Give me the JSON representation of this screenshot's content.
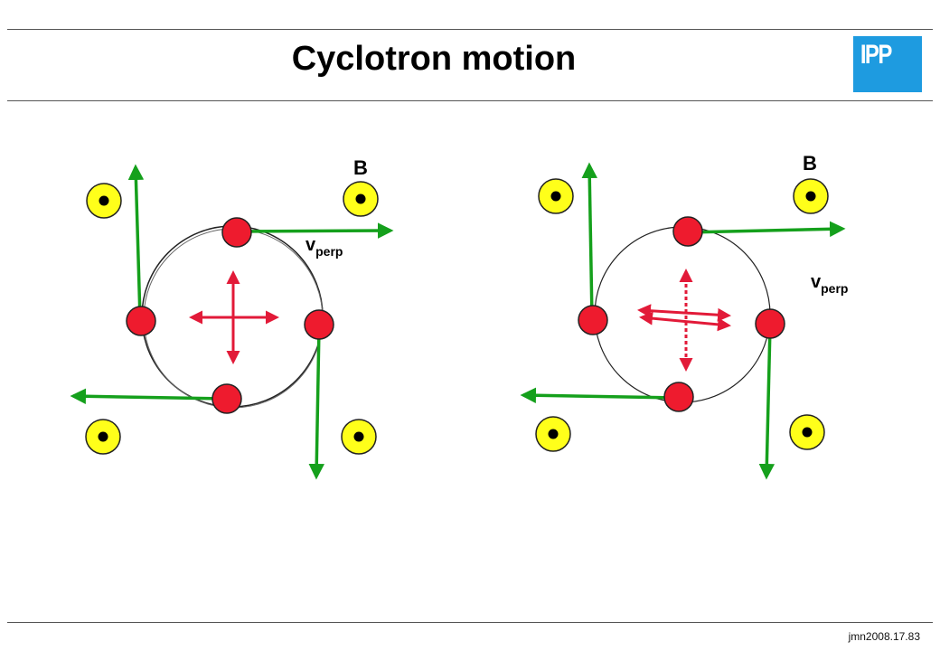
{
  "title": "Cyclotron motion",
  "logo_text": "IPP",
  "footer": "jmn2008.17.83",
  "panels": [
    {
      "field_label": "B",
      "velocity_label": "v",
      "velocity_subscript": "perp",
      "force_arrows": "solid"
    },
    {
      "field_label": "B",
      "velocity_label": "v",
      "velocity_subscript": "perp",
      "force_arrows": "dotted-vertical"
    }
  ],
  "colors": {
    "particle": "#ee1b2e",
    "field_marker": "#ffff1a",
    "velocity_arrow": "#15a01c",
    "force_arrow": "#e21a38",
    "logo": "#1e9be0"
  }
}
